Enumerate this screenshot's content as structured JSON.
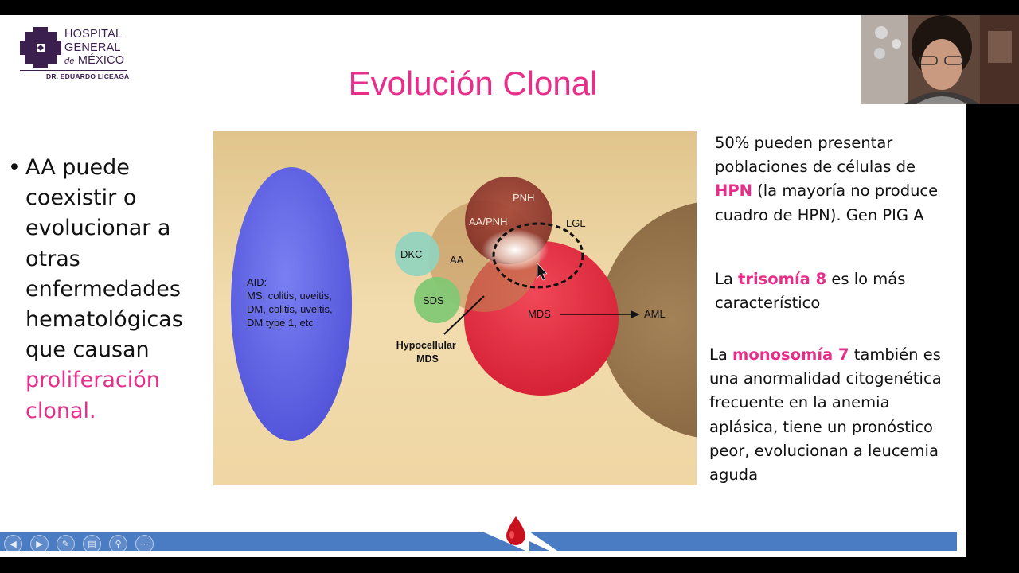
{
  "logo": {
    "line1": "HOSPITAL",
    "line2": "GENERAL",
    "line3_prefix": "de",
    "line3": "MÉXICO",
    "subtitle": "DR. EDUARDO LICEAGA",
    "color": "#3b1f4f"
  },
  "title": "Evolución Clonal",
  "bullet": {
    "text": "AA puede coexistir o evolucionar a otras enfermedades hematológicas que causan",
    "highlight": "proliferación clonal."
  },
  "diagram": {
    "aid_line1": "AID:",
    "aid_line2": "MS, colitis, uveitis,",
    "aid_line3": "DM, colitis, uveitis,",
    "aid_line4": "DM type 1, etc",
    "pnh": "PNH",
    "aa_pnh": "AA/PNH",
    "lgl": "LGL",
    "dkc": "DKC",
    "aa": "AA",
    "sds": "SDS",
    "mds": "MDS",
    "aml": "AML",
    "hypo_line1": "Hypocellular",
    "hypo_line2": "MDS"
  },
  "right": {
    "p1_a": "50% pueden presentar poblaciones de células de",
    "p1_hl": "HPN",
    "p1_b": "(la mayoría no produce cuadro de HPN). Gen PIG A",
    "p2_a": "La",
    "p2_hl": "trisomía 8",
    "p2_b": "es lo más característico",
    "p3_a": "La",
    "p3_hl": "monosomía 7",
    "p3_b": "también es una anormalidad citogenética frecuente en la anemia aplásica, tiene un pronóstico peor, evolucionan a leucemia aguda"
  },
  "controls": [
    "prev-icon",
    "play-icon",
    "pen-icon",
    "slides-icon",
    "zoom-icon",
    "more-icon"
  ],
  "colors": {
    "accent_pink": "#e62e8a",
    "band_blue": "#4a7cc4"
  }
}
